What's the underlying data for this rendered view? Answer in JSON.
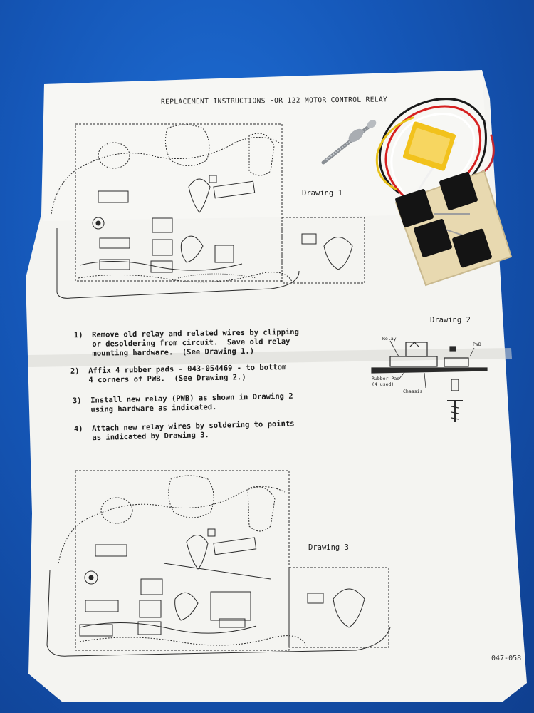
{
  "document": {
    "title": "REPLACEMENT INSTRUCTIONS FOR 122 MOTOR CONTROL RELAY",
    "drawing1_label": "Drawing 1",
    "drawing2_label": "Drawing 2",
    "drawing3_label": "Drawing 3",
    "steps": [
      "1)  Remove old relay and related wires by clipping\n    or desoldering from circuit.  Save old relay\n    mounting hardware.  (See Drawing 1.)",
      "2)  Affix 4 rubber pads - 043-054469 - to bottom\n    4 corners of PWB.  (See Drawing 2.)",
      "3)  Install new relay (PWB) as shown in Drawing 2\n    using hardware as indicated.",
      "4)  Attach new relay wires by soldering to points\n    as indicated by Drawing 3."
    ],
    "drawing2_labels": {
      "relay": "Relay",
      "pwb": "PWB",
      "rubber_pad": "Rubber Pad\n(4 used)",
      "chassis": "Chassis"
    },
    "doc_number": "047-058"
  },
  "colors": {
    "background": "#1557b8",
    "paper": "#f4f4f1",
    "ink": "#1c1c1c"
  }
}
